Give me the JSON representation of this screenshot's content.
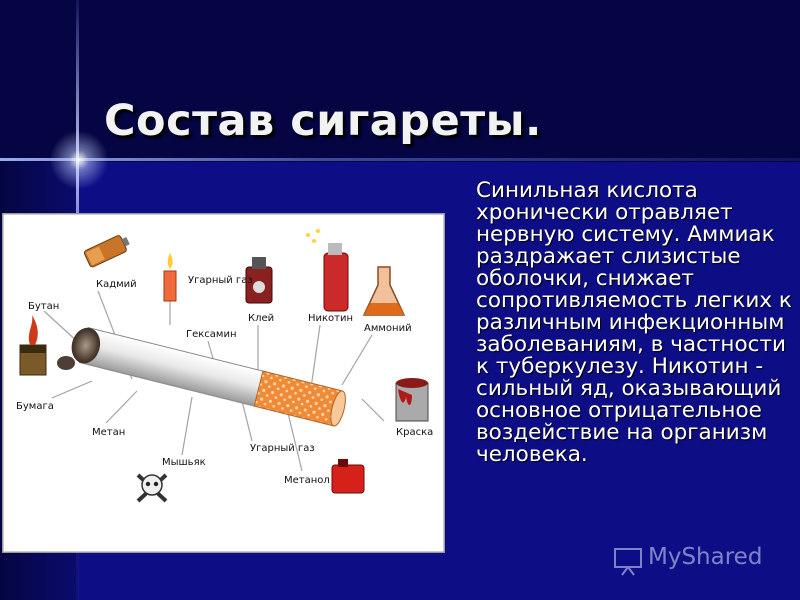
{
  "slide": {
    "title": "Состав сигареты.",
    "body_text": "Синильная кислота хронически отравляет нервную систему. Аммиак раздражает слизистые оболочки, снижает сопротивляемость легких к различным инфекционным заболеваниям, в частности к туберкулезу. Никотин - сильный яд, оказывающий основное отрицательное воздействие на организм человека."
  },
  "diagram": {
    "labels": {
      "butan": "Бутан",
      "kadmiy": "Кадмий",
      "ugarny_gaz_top": "Угарный газ",
      "geksamin": "Гексамин",
      "klei": "Клей",
      "nikotin": "Никотин",
      "ammoniy": "Аммоний",
      "bumaga": "Бумага",
      "metan": "Метан",
      "myshyak": "Мышьяк",
      "ugarny_gaz_bottom": "Угарный газ",
      "metanol": "Метанол",
      "kraska": "Краска"
    }
  },
  "watermark": {
    "text": "MyShared",
    "icon": "presentation-screen-icon"
  },
  "colors": {
    "background": "#0d0d86",
    "dark_band": "#050543",
    "title": "#f2f2f2",
    "body_text": "#ffffff",
    "filter": "#e98a36"
  }
}
